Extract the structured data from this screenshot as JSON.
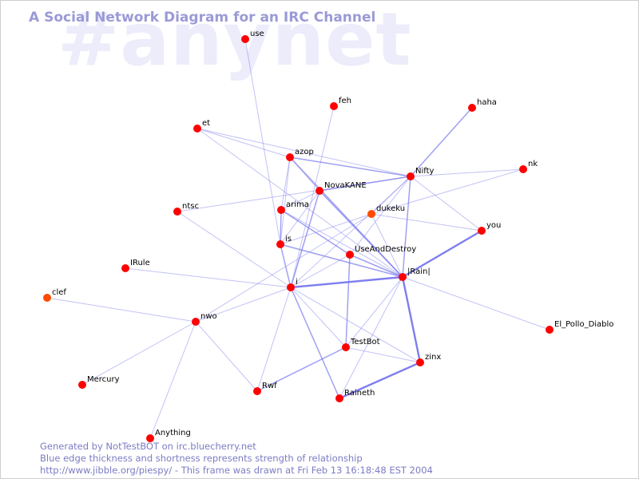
{
  "watermark": "#anynet",
  "title": "A Social Network Diagram for an IRC Channel",
  "colors": {
    "node": "#ff0000",
    "node_alt": "#ff4a00",
    "edge": "#7777ee",
    "text_accent": "#9a9ad6"
  },
  "nodes": [
    {
      "id": "use",
      "label": "use"
    },
    {
      "id": "feh",
      "label": "feh"
    },
    {
      "id": "haha",
      "label": "haha"
    },
    {
      "id": "et",
      "label": "et"
    },
    {
      "id": "azop",
      "label": "azop"
    },
    {
      "id": "Nifty",
      "label": "Nifty"
    },
    {
      "id": "nk",
      "label": "nk"
    },
    {
      "id": "NovaKANE",
      "label": "NovaKANE"
    },
    {
      "id": "ntsc",
      "label": "ntsc"
    },
    {
      "id": "arima",
      "label": "arima"
    },
    {
      "id": "dukeku",
      "label": "dukeku"
    },
    {
      "id": "you",
      "label": "you"
    },
    {
      "id": "is",
      "label": "is"
    },
    {
      "id": "UseAndDestroy",
      "label": "UseAndDestroy"
    },
    {
      "id": "IRule",
      "label": "IRule"
    },
    {
      "id": "Rain",
      "label": "|Rain|"
    },
    {
      "id": "i",
      "label": "i"
    },
    {
      "id": "clef",
      "label": "clef"
    },
    {
      "id": "nwo",
      "label": "nwo"
    },
    {
      "id": "El_Pollo_Diablo",
      "label": "El_Pollo_Diablo"
    },
    {
      "id": "TestBot",
      "label": "TestBot"
    },
    {
      "id": "zinx",
      "label": "zinx"
    },
    {
      "id": "Mercury",
      "label": "Mercury"
    },
    {
      "id": "Rwf",
      "label": "Rwf"
    },
    {
      "id": "Raineth",
      "label": "Raineth"
    },
    {
      "id": "Anything",
      "label": "Anything"
    }
  ],
  "edges": [
    [
      "use",
      "is",
      1
    ],
    [
      "feh",
      "i",
      1
    ],
    [
      "haha",
      "Nifty",
      2
    ],
    [
      "et",
      "azop",
      1
    ],
    [
      "et",
      "Nifty",
      1
    ],
    [
      "et",
      "Rain",
      1
    ],
    [
      "azop",
      "Nifty",
      2
    ],
    [
      "azop",
      "Rain",
      2
    ],
    [
      "azop",
      "NovaKANE",
      1
    ],
    [
      "azop",
      "arima",
      1
    ],
    [
      "azop",
      "is",
      1
    ],
    [
      "Nifty",
      "nk",
      1
    ],
    [
      "Nifty",
      "NovaKANE",
      2
    ],
    [
      "Nifty",
      "ntsc",
      1
    ],
    [
      "Nifty",
      "dukeku",
      1
    ],
    [
      "Nifty",
      "you",
      1
    ],
    [
      "Nifty",
      "i",
      1
    ],
    [
      "Nifty",
      "UseAndDestroy",
      1
    ],
    [
      "Nifty",
      "Rain",
      2
    ],
    [
      "nk",
      "dukeku",
      1
    ],
    [
      "NovaKANE",
      "arima",
      1
    ],
    [
      "NovaKANE",
      "i",
      2
    ],
    [
      "NovaKANE",
      "is",
      1
    ],
    [
      "NovaKANE",
      "Rain",
      2
    ],
    [
      "arima",
      "is",
      2
    ],
    [
      "arima",
      "UseAndDestroy",
      2
    ],
    [
      "arima",
      "Rain",
      1
    ],
    [
      "dukeku",
      "you",
      1
    ],
    [
      "dukeku",
      "is",
      1
    ],
    [
      "dukeku",
      "nwo",
      1
    ],
    [
      "dukeku",
      "Rain",
      1
    ],
    [
      "you",
      "Rain",
      3
    ],
    [
      "is",
      "i",
      2
    ],
    [
      "is",
      "Rain",
      2
    ],
    [
      "UseAndDestroy",
      "i",
      1
    ],
    [
      "UseAndDestroy",
      "Rain",
      2
    ],
    [
      "UseAndDestroy",
      "TestBot",
      2
    ],
    [
      "IRule",
      "i",
      1
    ],
    [
      "Rain",
      "i",
      3
    ],
    [
      "Rain",
      "zinx",
      3
    ],
    [
      "Rain",
      "El_Pollo_Diablo",
      1
    ],
    [
      "Rain",
      "TestBot",
      1
    ],
    [
      "Rain",
      "Raineth",
      1
    ],
    [
      "i",
      "nwo",
      1
    ],
    [
      "i",
      "TestBot",
      1
    ],
    [
      "i",
      "zinx",
      1
    ],
    [
      "i",
      "Rwf",
      1
    ],
    [
      "i",
      "Raineth",
      2
    ],
    [
      "clef",
      "nwo",
      1
    ],
    [
      "nwo",
      "Mercury",
      1
    ],
    [
      "nwo",
      "Rwf",
      1
    ],
    [
      "nwo",
      "Anything",
      1
    ],
    [
      "ntsc",
      "i",
      1
    ],
    [
      "TestBot",
      "Rwf",
      2
    ],
    [
      "TestBot",
      "zinx",
      1
    ],
    [
      "zinx",
      "Raineth",
      3
    ]
  ],
  "footer": {
    "line1": "Generated by NotTestBOT on irc.bluecherry.net",
    "line2": "Blue edge thickness and shortness represents strength of relationship",
    "line3": "http://www.jibble.org/piespy/ - This frame was drawn at Fri Feb 13 16:18:48 EST 2004"
  }
}
